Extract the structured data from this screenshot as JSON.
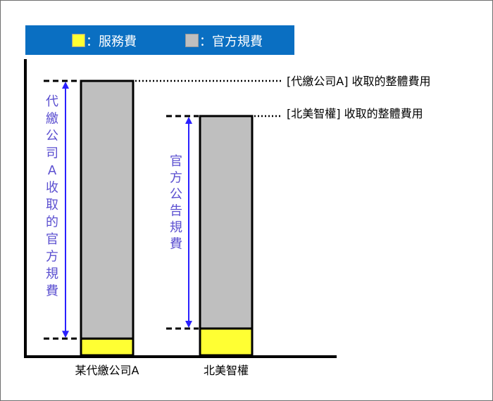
{
  "legend": {
    "items": [
      {
        "label": "：服務費",
        "color": "#ffff33"
      },
      {
        "label": "：官方規費",
        "color": "#bfbfbf"
      }
    ]
  },
  "chart_data": {
    "type": "bar",
    "stacked": true,
    "categories": [
      "某代繳公司A",
      "北美智權"
    ],
    "series": [
      {
        "name": "服務費",
        "color": "#ffff33",
        "values": [
          1,
          1.6
        ]
      },
      {
        "name": "官方規費",
        "color": "#bfbfbf",
        "values": [
          15.4,
          12.7
        ]
      }
    ],
    "ylim": [
      0,
      17.2
    ],
    "axis_ticks": false,
    "annotations": {
      "total_a": "[代繳公司A]  收取的整體費用",
      "total_b": "[北美智權]  收取的整體費用",
      "fee_a": "代繳公司A收取的官方規費",
      "fee_b": "官方公告規費"
    }
  }
}
